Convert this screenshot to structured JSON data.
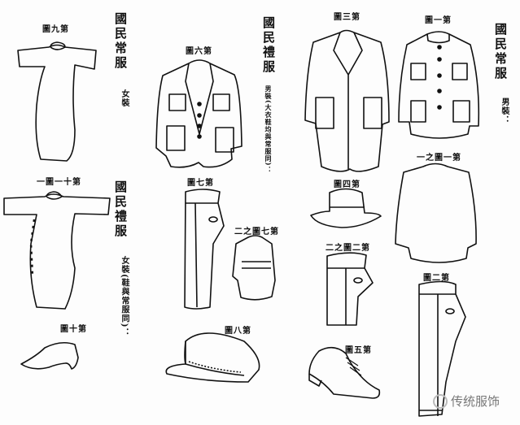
{
  "captions": {
    "women_everyday": {
      "title": "國民常服",
      "sub": "女裝"
    },
    "men_formal": {
      "title": "國民禮服",
      "sub": "男裝(大衣鞋均與常服同)："
    },
    "men_everyday": {
      "title": "國民常服",
      "sub": "男裝："
    },
    "women_formal": {
      "title": "國民禮服",
      "sub": "女裝(鞋與常服同)："
    }
  },
  "figure_labels": {
    "fig9": "圖九第",
    "fig11": "一圖一十第",
    "fig10": "圖十第",
    "fig6": "圖六第",
    "fig7": "圖七第",
    "fig7_2": "二之圖七第",
    "fig8": "圖八第",
    "fig3": "圖三第",
    "fig1": "圖一第",
    "fig4": "圖四第",
    "fig1_1": "一之圖一第",
    "fig2_2": "二之圖二第",
    "fig2": "圖二第",
    "fig5": "圖五第"
  },
  "watermark": "传统服饰"
}
